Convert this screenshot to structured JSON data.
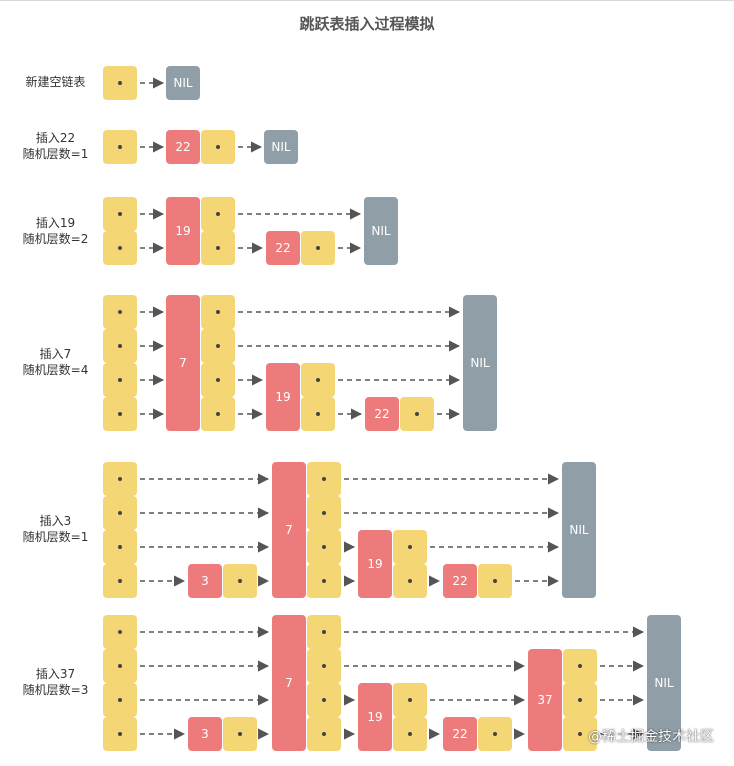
{
  "title": "跳跃表插入过程模拟",
  "colors": {
    "node": "#f5d675",
    "value": "#ee7b7b",
    "nil": "#8f9ea7",
    "arrow": "#555555",
    "text_light": "#ffffff"
  },
  "nil_label": "NIL",
  "steps": [
    {
      "label": "新建空链表",
      "sublabel": ""
    },
    {
      "label": "插入22",
      "sublabel": "随机层数=1"
    },
    {
      "label": "插入19",
      "sublabel": "随机层数=2"
    },
    {
      "label": "插入7",
      "sublabel": "随机层数=4"
    },
    {
      "label": "插入3",
      "sublabel": "随机层数=1"
    },
    {
      "label": "插入37",
      "sublabel": "随机层数=3"
    }
  ],
  "watermark": "@稀土掘金技术社区"
}
